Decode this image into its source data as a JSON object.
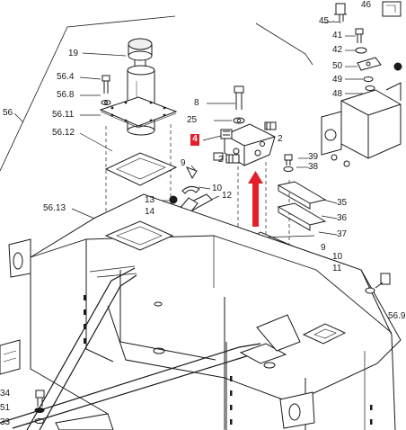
{
  "highlight_color": "#e3202a",
  "callouts": {
    "c19": "19",
    "c56_4": "56.4",
    "c56_8": "56.8",
    "c56_11": "56.11",
    "c56_12": "56.12",
    "c56": "56",
    "c56_13": "56.13",
    "c8": "8",
    "c25": "25",
    "c4": "4",
    "c2a": "2",
    "c2b": "2",
    "c9a": "9",
    "c10a": "10",
    "c12": "12",
    "c13": "13",
    "c14": "14",
    "c45": "45",
    "c46": "46",
    "c41": "41",
    "c42": "42",
    "c50": "50",
    "c49": "49",
    "c48": "48",
    "c39": "39",
    "c38": "38",
    "c35": "35",
    "c36": "36",
    "c37": "37",
    "c9b": "9",
    "c10b": "10",
    "c11": "11",
    "c56_9": "56.9",
    "c34": "34",
    "c51": "51",
    "c33": "33"
  }
}
